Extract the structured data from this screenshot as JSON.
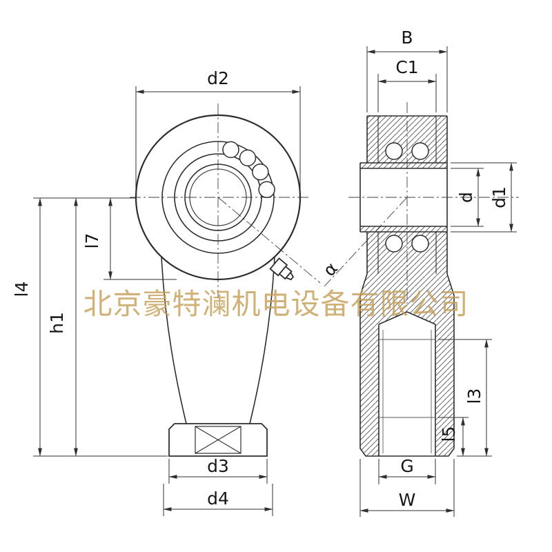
{
  "watermark": {
    "text": "北京豪特澜机电设备有限公司"
  },
  "labels": {
    "d2": "d2",
    "l7": "l7",
    "h1": "h1",
    "l4": "l4",
    "d3": "d3",
    "d4": "d4",
    "B": "B",
    "C1": "C1",
    "d": "d",
    "d1": "d1",
    "alpha": "α",
    "l3": "l3",
    "l5": "l5",
    "G": "G",
    "W": "W"
  },
  "colors": {
    "line": "#2d2d2d",
    "dimension": "#2f2f2f",
    "watermark": "#c6a05a",
    "background": "#ffffff"
  }
}
